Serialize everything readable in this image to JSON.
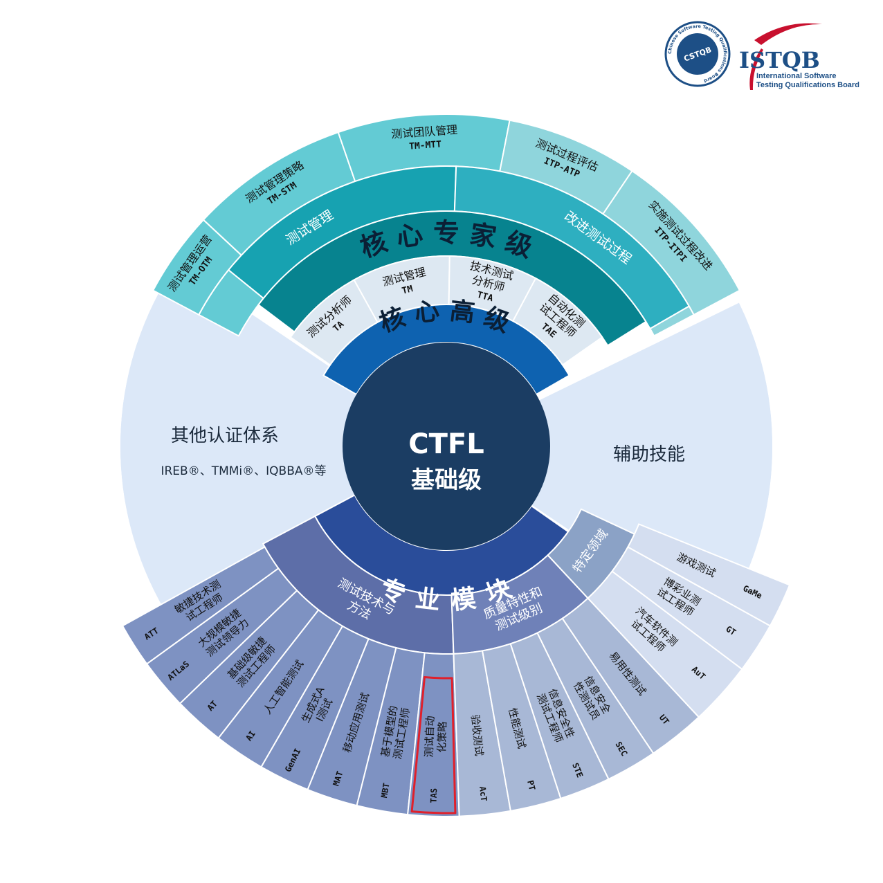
{
  "colors": {
    "ctfl_center": "#1b3d63",
    "core_advanced_band": "#0e62b0",
    "core_expert_band": "#07838f",
    "specialist_band": "#2a4d9a",
    "test_mgmt_group": "#17a2b1",
    "improve_group": "#2eafc0",
    "outer_teal": "#63cbd4",
    "outer_light_teal": "#8fd5dc",
    "advanced_items": "#dde8f2",
    "side_light": "#dce8f8",
    "tech_methods_group": "#5d6ea8",
    "quality_group": "#6f81b8",
    "domain_group": "#8ba2c6",
    "tech_outer": "#7e92c2",
    "quality_outer": "#a8b8d6",
    "domain_outer": "#d4def0",
    "highlight": "#e0202b"
  },
  "logos": {
    "cstqb": {
      "name": "CSTQB",
      "ring_text": "Chinese Software Testing Qualifications Board"
    },
    "istqb": {
      "name": "ISTQB",
      "registered": "®",
      "line1": "International Software",
      "line2": "Testing Qualifications Board"
    }
  },
  "center": {
    "title": "CTFL",
    "subtitle": "基础级"
  },
  "bands": {
    "core_advanced": "核 心 高 级",
    "core_expert": "核 心 专 家 级",
    "specialist": "专 业 模 块"
  },
  "left_panel": {
    "title": "其他认证体系",
    "subtitle": "IREB®、TMMi®、IQBBA®等"
  },
  "right_panel": {
    "title": "辅助技能"
  },
  "advanced_items": [
    {
      "name": "测试分析师",
      "code": "TA"
    },
    {
      "name": "测试管理",
      "code": "TM"
    },
    {
      "name": "技术测试分析师",
      "code": "TTA"
    },
    {
      "name": "自动化测试工程师",
      "code": "TAE"
    }
  ],
  "expert_groups": [
    {
      "name": "测试管理"
    },
    {
      "name": "改进测试过程"
    }
  ],
  "expert_items": [
    {
      "name": "测试管理运营",
      "code": "TM-OTM"
    },
    {
      "name": "测试管理策略",
      "code": "TM-STM"
    },
    {
      "name": "测试团队管理",
      "code": "TM-MTT"
    },
    {
      "name": "测试过程评估",
      "code": "ITP-ATP"
    },
    {
      "name": "实施测试过程改进",
      "code": "ITP-ITPI"
    }
  ],
  "specialist_groups": [
    {
      "name": "测试技术与方法"
    },
    {
      "name": "质量特性和测试级别"
    },
    {
      "name": "特定领域"
    }
  ],
  "specialist_items": [
    {
      "name": "敏捷技术测试工程师",
      "code": "ATT"
    },
    {
      "name": "大规模敏捷测试领导力",
      "code": "ATLaS"
    },
    {
      "name": "基础级敏捷测试工程师",
      "code": "AT"
    },
    {
      "name": "人工智能测试",
      "code": "AI"
    },
    {
      "name": "生成式AI测试",
      "code": "GenAI"
    },
    {
      "name": "移动应用测试",
      "code": "MAT"
    },
    {
      "name": "基于模型的测试工程师",
      "code": "MBT"
    },
    {
      "name": "测试自动化策略",
      "code": "TAS",
      "highlighted": true
    },
    {
      "name": "验收测试",
      "code": "AcT"
    },
    {
      "name": "性能测试",
      "code": "PT"
    },
    {
      "name": "信息安全性测试工程师",
      "code": "STE"
    },
    {
      "name": "信息安全性测试员",
      "code": "SEC"
    },
    {
      "name": "易用性测试",
      "code": "UT"
    },
    {
      "name": "汽车软件测试工程师",
      "code": "AuT"
    },
    {
      "name": "博彩业测试工程师",
      "code": "GT"
    },
    {
      "name": "游戏测试",
      "code": "GaMe"
    }
  ]
}
